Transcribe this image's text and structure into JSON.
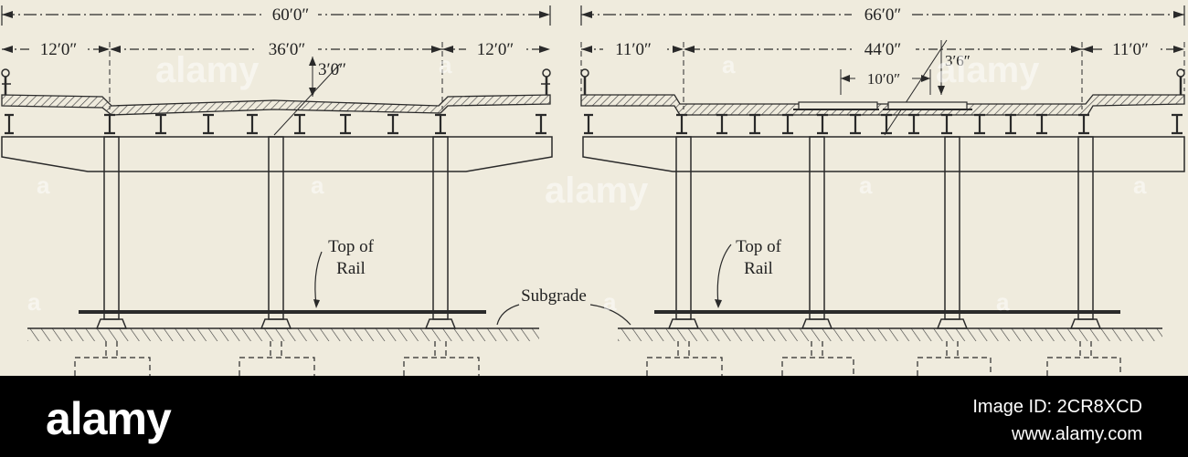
{
  "left_section": {
    "overall_width": "60′0″",
    "left_overhang": "12′0″",
    "center_span": "36′0″",
    "right_overhang": "12′0″",
    "crown_height": "3′0″",
    "rail_label_line1": "Top of",
    "rail_label_line2": "Rail"
  },
  "right_section": {
    "overall_width": "66′0″",
    "left_overhang": "11′0″",
    "center_span": "44′0″",
    "right_overhang": "11′0″",
    "track_spacing": "10′0″",
    "depth": "3′6″",
    "rail_label_line1": "Top of",
    "rail_label_line2": "Rail"
  },
  "subgrade_label": "Subgrade",
  "watermark": {
    "text": "alamy",
    "small": "a"
  },
  "footer": {
    "logo": "alamy",
    "image_id": "Image ID: 2CR8XCD",
    "site": "www.alamy.com"
  }
}
